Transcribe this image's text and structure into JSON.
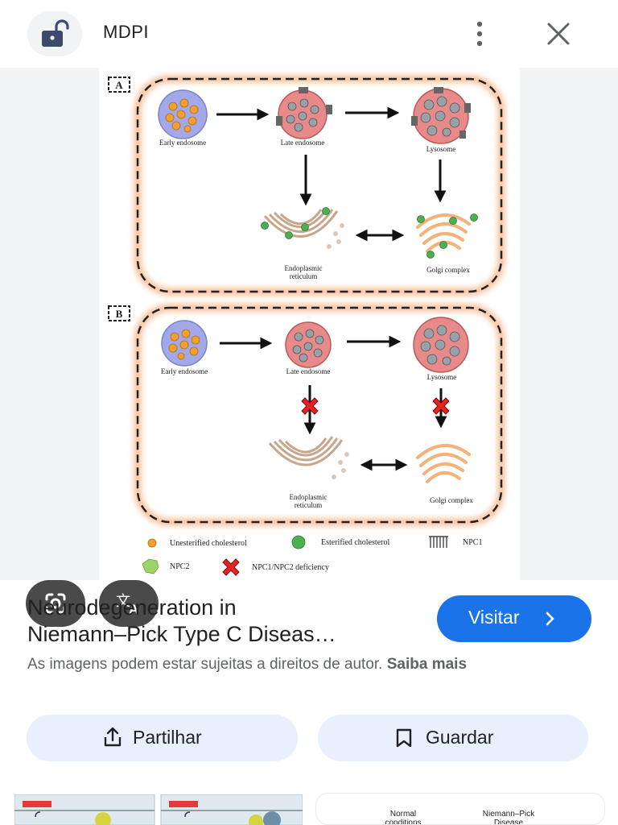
{
  "header": {
    "site_icon": "unlock-icon",
    "site_name": "MDPI",
    "more_icon": "more-vert-icon",
    "close_icon": "close-icon"
  },
  "figure": {
    "panel_a": {
      "label": "A",
      "early_endosome": "Early endosome",
      "late_endosome": "Late endosome",
      "lysosome": "Lysosome",
      "er_line1": "Endoplasmic",
      "er_line2": "reticulum",
      "golgi": "Golgi complex"
    },
    "panel_b": {
      "label": "B",
      "early_endosome": "Early endosome",
      "late_endosome": "Late endosome",
      "lysosome": "Lysosome",
      "er_line1": "Endoplasmic",
      "er_line2": "reticulum",
      "golgi": "Golgi complex"
    },
    "legend": {
      "unesterified": "Unesterified cholesterol",
      "esterified": "Esterified cholesterol",
      "npc1": "NPC1",
      "npc2": "NPC2",
      "deficiency": "NPC1/NPC2 deficiency"
    }
  },
  "overlay": {
    "lens_icon": "lens-icon",
    "translate_icon": "translate-icon"
  },
  "info": {
    "title_line1": "Neurodegeneration in",
    "title_line2": "Niemann–Pick Type C Diseas…",
    "visit_label": "Visitar",
    "copyright_text": "As imagens podem estar sujeitas a direitos de autor.",
    "learn_more": "Saiba mais",
    "share_label": "Partilhar",
    "save_label": "Guardar"
  },
  "related": {
    "second": {
      "col1": "Normal conditions",
      "col2": "Niemann–Pick Disease"
    }
  },
  "colors": {
    "accent": "#1a73e8",
    "button_bg": "#e8f0fe",
    "gray_bg": "#f1f3f4"
  }
}
